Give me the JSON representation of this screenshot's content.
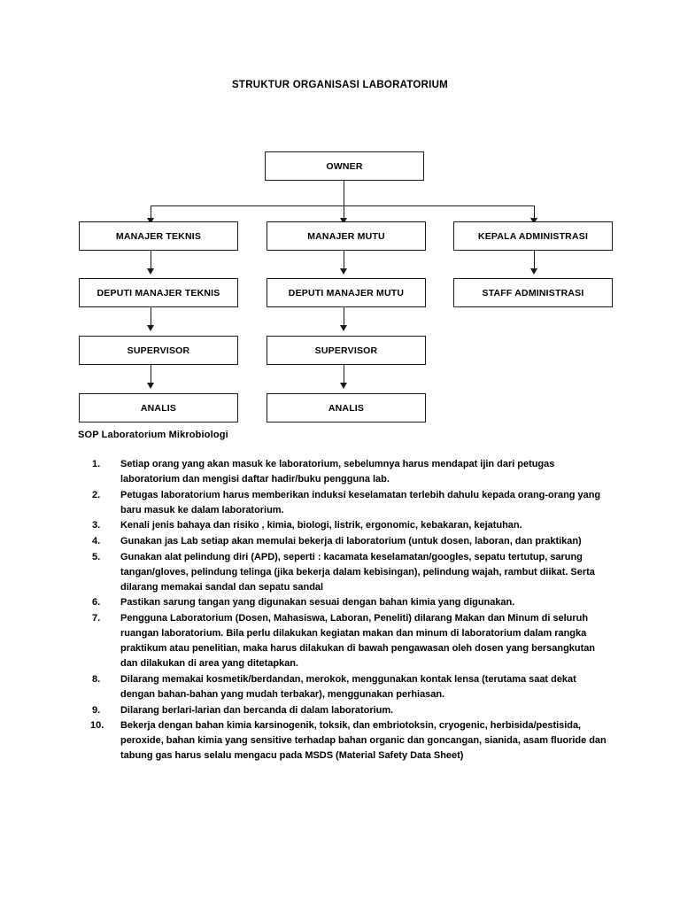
{
  "document": {
    "title": "STRUKTUR ORGANISASI LABORATORIUM",
    "background_color": "#ffffff",
    "text_color": "#000000",
    "line_color": "#1a1a1a"
  },
  "org_chart": {
    "owner": {
      "label": "OWNER"
    },
    "row_managers": [
      {
        "label": "MANAJER TEKNIS"
      },
      {
        "label": "MANAJER MUTU"
      },
      {
        "label": "KEPALA ADMINISTRASI"
      }
    ],
    "row_deputies": [
      {
        "label": "DEPUTI MANAJER TEKNIS"
      },
      {
        "label": "DEPUTI MANAJER MUTU"
      },
      {
        "label": "STAFF ADMINISTRASI"
      }
    ],
    "row_supervisors": [
      {
        "label": "SUPERVISOR"
      },
      {
        "label": "SUPERVISOR"
      }
    ],
    "row_analysts": [
      {
        "label": "ANALIS"
      },
      {
        "label": "ANALIS"
      }
    ]
  },
  "sop": {
    "heading": "SOP Laboratorium Mikrobiologi",
    "items": [
      {
        "number": "1.",
        "text": "Setiap orang yang akan masuk ke laboratorium, sebelumnya harus mendapat ijin dari petugas laboratorium dan mengisi daftar hadir/buku pengguna lab."
      },
      {
        "number": "2.",
        "text": "Petugas laboratorium harus memberikan induksi keselamatan terlebih dahulu kepada orang-orang yang baru masuk ke dalam laboratorium."
      },
      {
        "number": "3.",
        "text": "Kenali jenis bahaya dan risiko , kimia, biologi, listrik, ergonomic, kebakaran, kejatuhan."
      },
      {
        "number": "4.",
        "text": "Gunakan jas Lab setiap akan memulai bekerja di laboratorium (untuk dosen, laboran, dan praktikan)"
      },
      {
        "number": "5.",
        "text": "Gunakan alat pelindung diri (APD), seperti : kacamata keselamatan/googles, sepatu tertutup, sarung tangan/gloves, pelindung telinga (jika bekerja dalam kebisingan), pelindung wajah, rambut diikat. Serta dilarang memakai sandal dan sepatu sandal"
      },
      {
        "number": "6.",
        "text": "Pastikan sarung tangan yang digunakan sesuai dengan bahan kimia yang digunakan."
      },
      {
        "number": "7.",
        "text": "Pengguna Laboratorium (Dosen, Mahasiswa, Laboran, Peneliti) dilarang Makan dan Minum di seluruh ruangan laboratorium. Bila perlu dilakukan kegiatan makan dan minum di laboratorium dalam rangka praktikum atau penelitian, maka harus dilakukan di bawah pengawasan oleh dosen yang bersangkutan dan dilakukan di area yang ditetapkan."
      },
      {
        "number": "8.",
        "text": "Dilarang memakai kosmetik/berdandan, merokok, menggunakan kontak lensa (terutama saat dekat dengan bahan-bahan yang mudah terbakar), menggunakan perhiasan."
      },
      {
        "number": "9.",
        "text": "Dilarang berlari-larian dan bercanda di dalam laboratorium."
      },
      {
        "number": "10.",
        "text": "Bekerja dengan bahan kimia karsinogenik, toksik, dan embriotoksin, cryogenic, herbisida/pestisida, peroxide, bahan kimia yang sensitive terhadap bahan organic dan goncangan, sianida, asam fluoride dan tabung gas harus selalu mengacu pada MSDS (Material Safety Data Sheet)"
      }
    ]
  }
}
